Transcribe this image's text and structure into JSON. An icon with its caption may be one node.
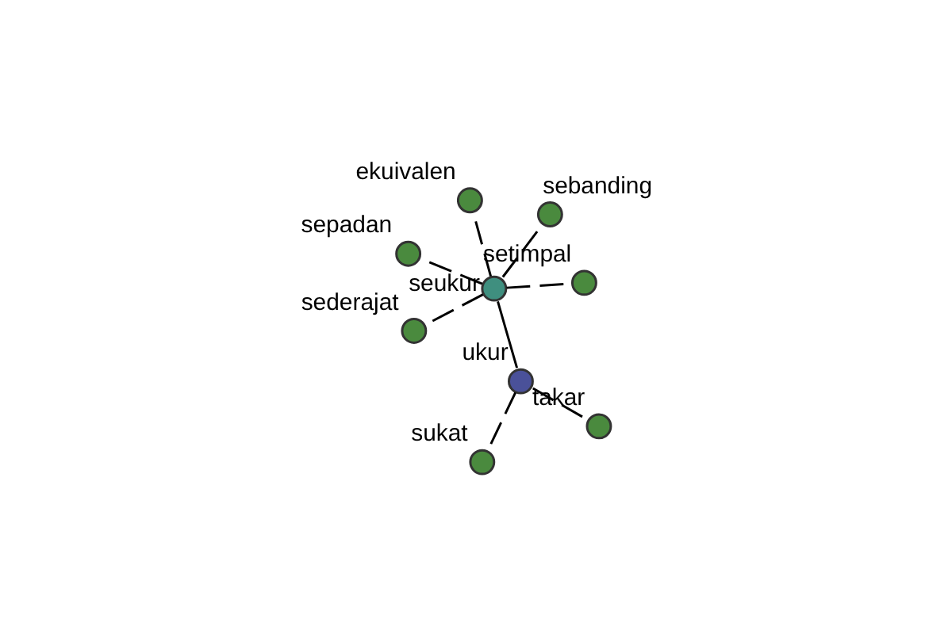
{
  "diagram": {
    "nodes": [
      {
        "text": [],
        "shape": "circle",
        "beside": [
          "seukur"
        ]
      },
      {
        "text": [],
        "shape": "circle",
        "beside": [
          "setimpal"
        ]
      },
      {
        "text": [],
        "shape": "circle",
        "beside": [
          "sederajat"
        ]
      },
      {
        "text": [],
        "shape": "circle",
        "beside": [
          "sepadan"
        ]
      },
      {
        "text": [],
        "shape": "circle",
        "beside": [
          "sebanding"
        ]
      },
      {
        "text": [],
        "shape": "circle",
        "beside": [
          "ekuivalen"
        ]
      },
      {
        "text": [],
        "shape": "circle",
        "beside": [
          "ukur"
        ]
      },
      {
        "text": [],
        "shape": "circle",
        "beside": [
          "takar"
        ]
      },
      {
        "text": [],
        "shape": "circle",
        "beside": [
          "sukat"
        ]
      }
    ],
    "edges": [
      {
        "from": 0,
        "to": 1,
        "arrow": "none",
        "style": "dashed"
      },
      {
        "from": 0,
        "to": 2,
        "arrow": "none",
        "style": "dashed"
      },
      {
        "from": 0,
        "to": 3,
        "arrow": "none",
        "style": "dashed"
      },
      {
        "from": 0,
        "to": 4,
        "arrow": "none",
        "style": "dashed"
      },
      {
        "from": 0,
        "to": 5,
        "arrow": "none",
        "style": "dashed"
      },
      {
        "from": 0,
        "to": 6,
        "arrow": "none"
      },
      {
        "from": 6,
        "to": 7,
        "arrow": "none",
        "style": "dashed"
      },
      {
        "from": 6,
        "to": 8,
        "arrow": "none",
        "style": "dashed"
      }
    ]
  }
}
